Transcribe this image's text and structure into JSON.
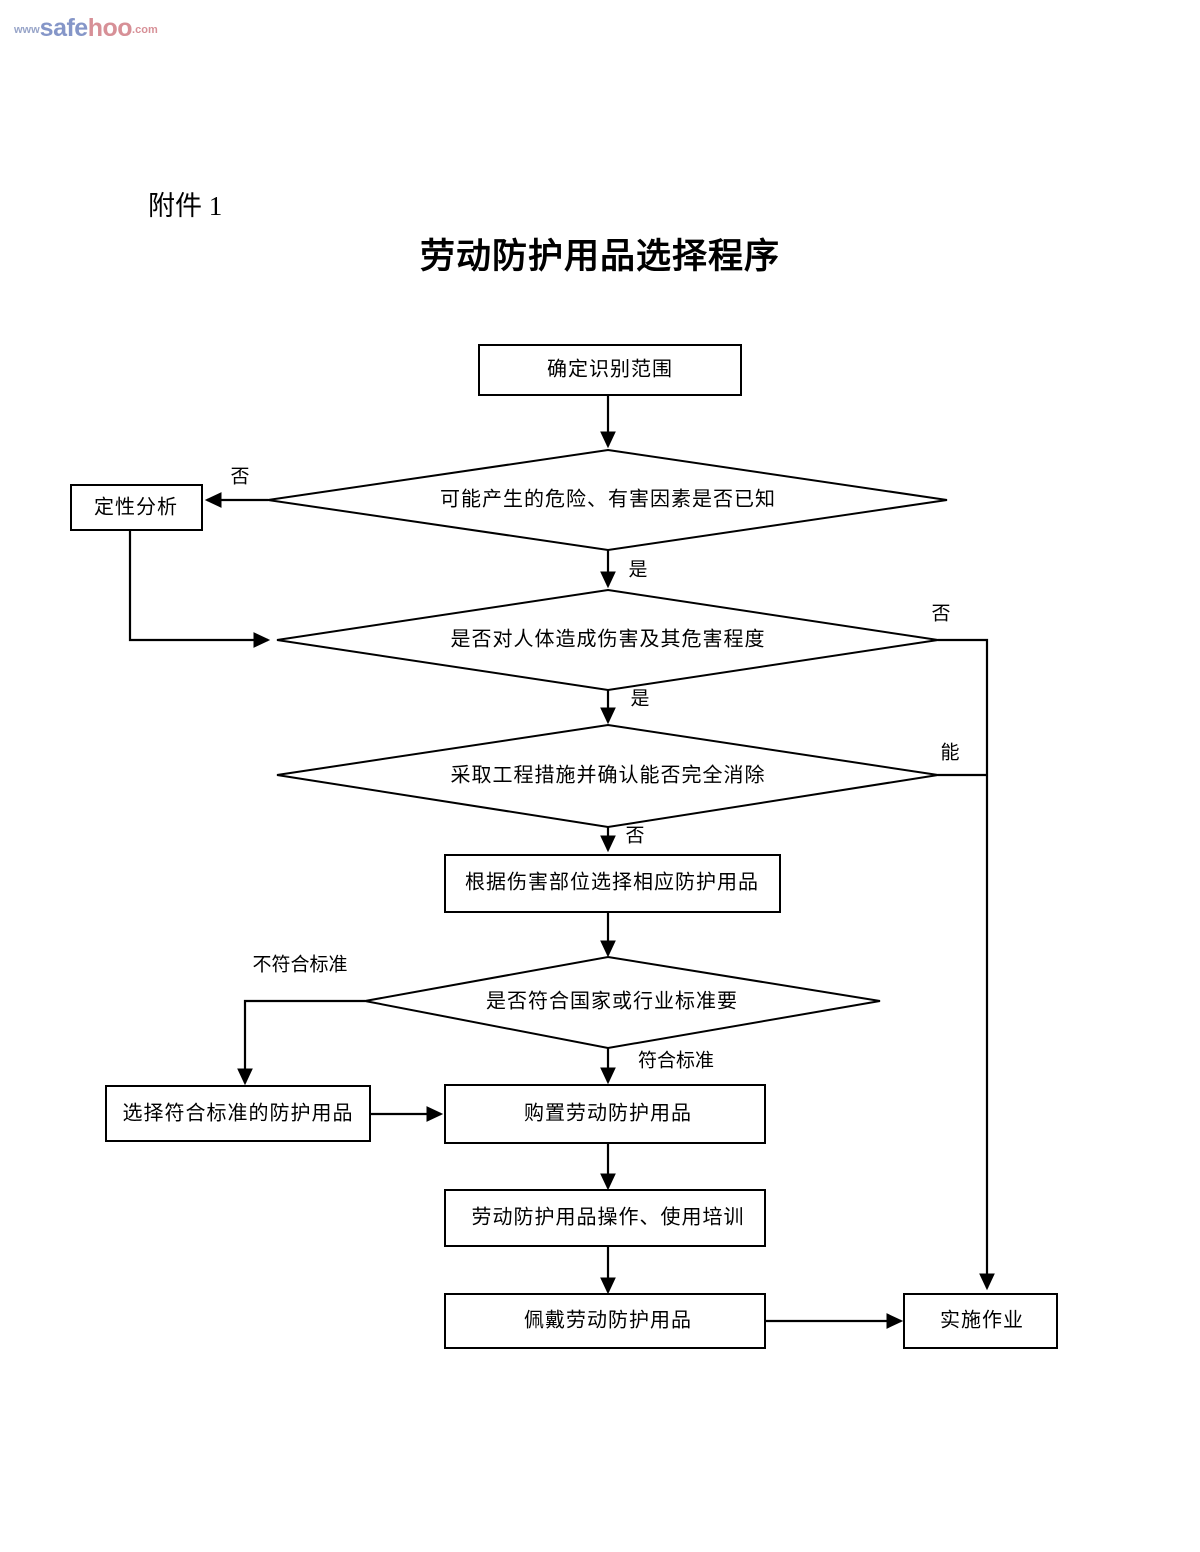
{
  "logo": {
    "www": "www",
    "safe": "safe",
    "hoo": "hoo",
    "com": ".com",
    "colors": {
      "www": "#8f9dc4",
      "safe": "#7b8ec4",
      "hoo": "#d4878f",
      "com": "#d4878f"
    }
  },
  "header": {
    "attachment_label": "附件 1",
    "title": "劳动防护用品选择程序"
  },
  "chart_data": {
    "type": "diagram",
    "title": "劳动防护用品选择程序",
    "nodes": [
      {
        "id": "n1",
        "shape": "rect",
        "text": "确定识别范围"
      },
      {
        "id": "n2",
        "shape": "diamond",
        "text": "可能产生的危险、有害因素是否已知"
      },
      {
        "id": "n3",
        "shape": "rect",
        "text": "定性分析"
      },
      {
        "id": "n4",
        "shape": "diamond",
        "text": "是否对人体造成伤害及其危害程度"
      },
      {
        "id": "n5",
        "shape": "diamond",
        "text": "采取工程措施并确认能否完全消除"
      },
      {
        "id": "n6",
        "shape": "rect",
        "text": "根据伤害部位选择相应防护用品"
      },
      {
        "id": "n7",
        "shape": "diamond",
        "text": "是否符合国家或行业标准要"
      },
      {
        "id": "n8",
        "shape": "rect",
        "text": "选择符合标准的防护用品"
      },
      {
        "id": "n9",
        "shape": "rect",
        "text": "购置劳动防护用品"
      },
      {
        "id": "n10",
        "shape": "rect",
        "text": "劳动防护用品操作、使用培训"
      },
      {
        "id": "n11",
        "shape": "rect",
        "text": "佩戴劳动防护用品"
      },
      {
        "id": "n12",
        "shape": "rect",
        "text": "实施作业"
      }
    ],
    "edges": [
      {
        "from": "n1",
        "to": "n2",
        "label": ""
      },
      {
        "from": "n2",
        "to": "n3",
        "label": "否"
      },
      {
        "from": "n2",
        "to": "n4",
        "label": "是"
      },
      {
        "from": "n3",
        "to": "n4",
        "label": ""
      },
      {
        "from": "n4",
        "to": "n12",
        "label": "否"
      },
      {
        "from": "n4",
        "to": "n5",
        "label": "是"
      },
      {
        "from": "n5",
        "to": "n12",
        "label": "能"
      },
      {
        "from": "n5",
        "to": "n6",
        "label": "否"
      },
      {
        "from": "n6",
        "to": "n7",
        "label": ""
      },
      {
        "from": "n7",
        "to": "n8",
        "label": "不符合标准"
      },
      {
        "from": "n7",
        "to": "n9",
        "label": "符合标准"
      },
      {
        "from": "n8",
        "to": "n9",
        "label": ""
      },
      {
        "from": "n9",
        "to": "n10",
        "label": ""
      },
      {
        "from": "n10",
        "to": "n11",
        "label": ""
      },
      {
        "from": "n11",
        "to": "n12",
        "label": ""
      }
    ],
    "edge_labels": {
      "no1": "否",
      "yes1": "是",
      "no2": "否",
      "yes2": "是",
      "can": "能",
      "no3": "否",
      "not_standard": "不符合标准",
      "standard": "符合标准"
    }
  }
}
